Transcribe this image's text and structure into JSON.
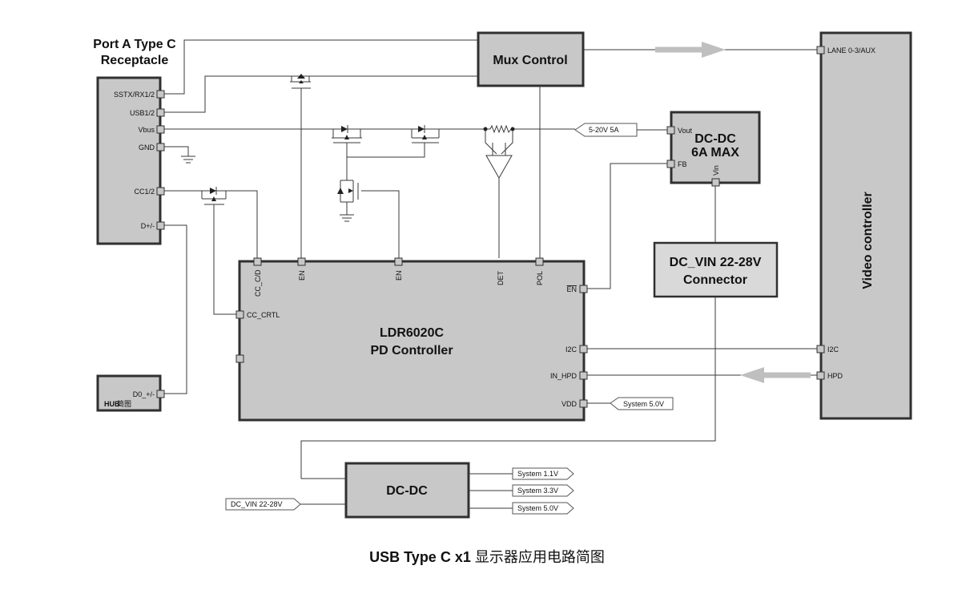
{
  "port_a": {
    "title_line1": "Port A Type C",
    "title_line2": "Receptacle",
    "pins": [
      "SSTX/RX1/2",
      "USB1/2",
      "Vbus",
      "GND",
      "CC1/2",
      "D+/-"
    ]
  },
  "hub": {
    "pin": "D0_+/-",
    "label_bold": "HUB",
    "label_cn": "简图"
  },
  "mux": {
    "title": "Mux Control"
  },
  "dcdc_top": {
    "line1": "DC-DC",
    "line2": "6A MAX",
    "pin_vout": "Vout",
    "pin_fb": "FB",
    "pin_vin": "Vin"
  },
  "voltage_tag": "5-20V  5A",
  "pd": {
    "line1": "LDR6020C",
    "line2": "PD Controller",
    "top_pins": [
      "CC_C/D",
      "EN",
      "EN",
      "DET",
      "POL"
    ],
    "left_pin": "CC_CRTL",
    "right_pins": [
      "EN",
      "I2C",
      "IN_HPD",
      "VDD"
    ]
  },
  "system_5v_tag": "System 5.0V",
  "connector": {
    "line1": "DC_VIN 22-28V",
    "line2": "Connector"
  },
  "video": {
    "title": "Video controller",
    "pins": [
      "LANE 0-3/AUX",
      "I2C",
      "HPD"
    ]
  },
  "dcdc_bottom": {
    "title": "DC-DC",
    "input_tag": "DC_VIN 22-28V",
    "outputs": [
      "System 1.1V",
      "System 3.3V",
      "System 5.0V"
    ]
  },
  "caption": {
    "bold": "USB Type C x1",
    "text": " 显示器应用电路简图"
  }
}
